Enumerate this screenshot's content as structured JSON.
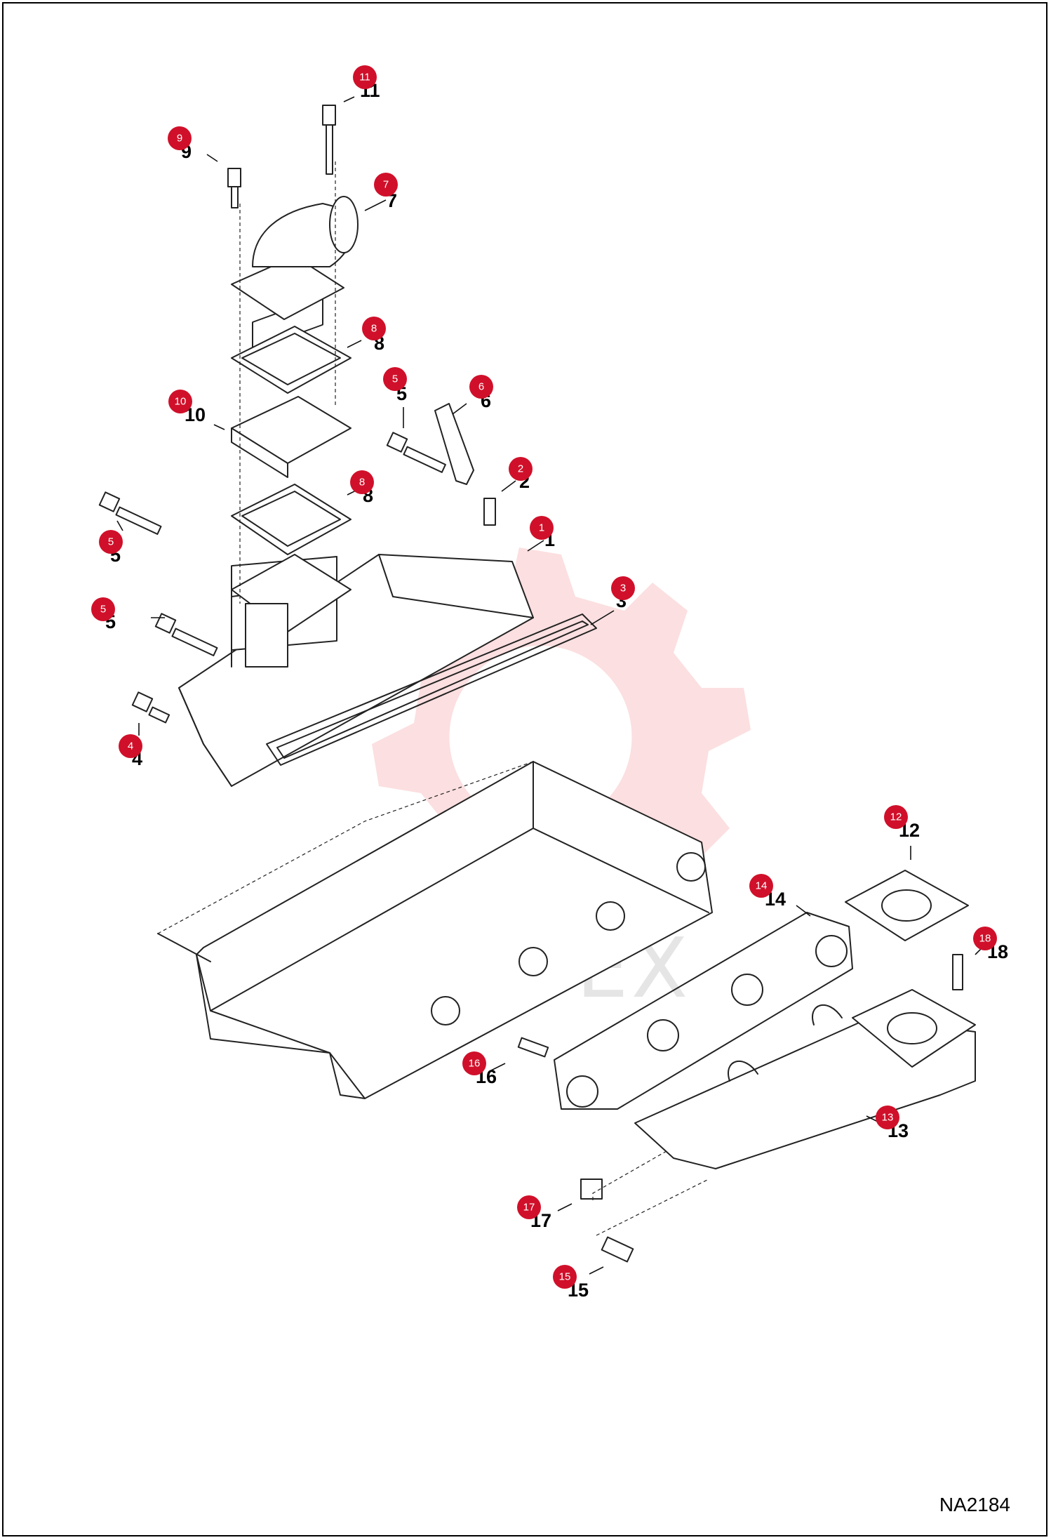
{
  "drawing_code": "NA2184",
  "watermark_text": "ИНТЕХ",
  "colors": {
    "marker": "#d0102a",
    "line": "#222222",
    "watermark": "#f04b55"
  },
  "callouts": [
    {
      "label": "1",
      "marker": "1"
    },
    {
      "label": "2",
      "marker": "2"
    },
    {
      "label": "3",
      "marker": "3"
    },
    {
      "label": "4",
      "marker": "4"
    },
    {
      "label": "5",
      "marker": "5"
    },
    {
      "label": "5",
      "marker": "5"
    },
    {
      "label": "5",
      "marker": "5"
    },
    {
      "label": "6",
      "marker": "6"
    },
    {
      "label": "7",
      "marker": "7"
    },
    {
      "label": "8",
      "marker": "8"
    },
    {
      "label": "8",
      "marker": "8"
    },
    {
      "label": "9",
      "marker": "9"
    },
    {
      "label": "10",
      "marker": "10"
    },
    {
      "label": "11",
      "marker": "11"
    },
    {
      "label": "12",
      "marker": "12"
    },
    {
      "label": "13",
      "marker": "13"
    },
    {
      "label": "14",
      "marker": "14"
    },
    {
      "label": "15",
      "marker": "15"
    },
    {
      "label": "16",
      "marker": "16"
    },
    {
      "label": "17",
      "marker": "17"
    },
    {
      "label": "18",
      "marker": "18"
    }
  ]
}
